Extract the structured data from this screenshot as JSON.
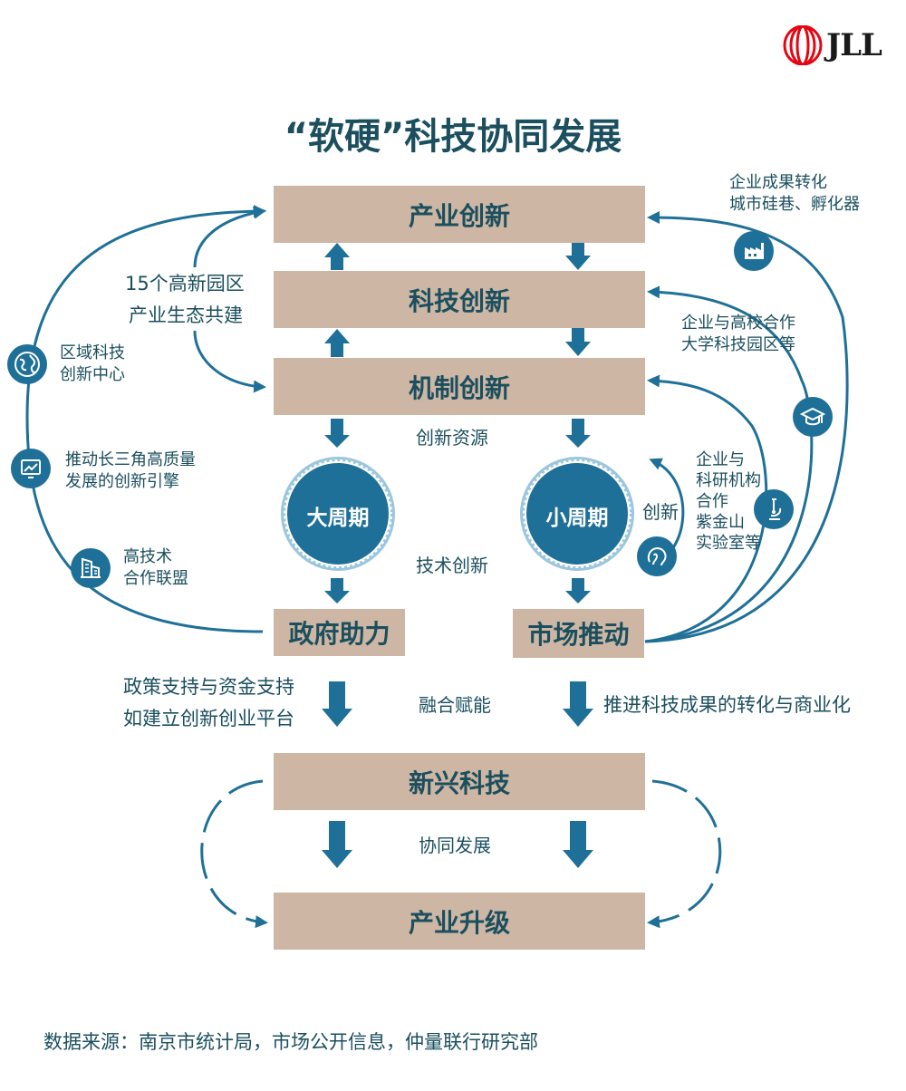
{
  "brand": {
    "logo_text": "JLL",
    "accent": "#1f7098",
    "box_color": "#cdb6a4",
    "text_color": "#1b4f5e"
  },
  "title": "“软硬”科技协同发展",
  "boxes": {
    "industry_innovation": "产业创新",
    "tech_innovation": "科技创新",
    "mechanism_innovation": "机制创新",
    "government_support": "政府助力",
    "market_driven": "市场推动",
    "emerging_tech": "新兴科技",
    "industry_upgrade": "产业升级"
  },
  "cycles": {
    "big": "大周期",
    "small": "小周期"
  },
  "center_labels": {
    "innovation_resources": "创新资源",
    "tech_innovation": "技术创新",
    "fusion_empowerment": "融合赋能",
    "coordinated_development": "协同发展",
    "innovation": "创新"
  },
  "left_labels": {
    "parks_line1": "15个高新园区",
    "parks_line2": "产业生态共建",
    "regional_line1": "区域科技",
    "regional_line2": "创新中心",
    "yrd_line1": "推动长三角高质量",
    "yrd_line2": "发展的创新引擎",
    "alliance_line1": "高技术",
    "alliance_line2": "合作联盟"
  },
  "right_labels": {
    "transfer_line1": "企业成果转化",
    "transfer_line2": "城市硅巷、孵化器",
    "univ_line1": "企业与高校合作",
    "univ_line2": "大学科技园区等",
    "research_line1": "企业与",
    "research_line2": "科研机构",
    "research_line3": "合作",
    "research_line4": "紫金山",
    "research_line5": "实验室等"
  },
  "bottom_labels": {
    "policy_line1": "政策支持与资金支持",
    "policy_line2": "如建立创新创业平台",
    "commercialization": "推进科技成果的转化与商业化"
  },
  "icons": [
    "globe-icon",
    "trend-chart-icon",
    "building-icon",
    "factory-icon",
    "graduation-cap-icon",
    "microscope-icon",
    "brain-icon"
  ],
  "source": "数据来源：南京市统计局，市场公开信息，仲量联行研究部"
}
